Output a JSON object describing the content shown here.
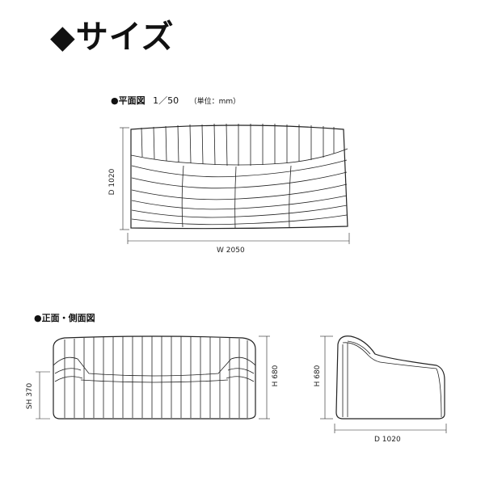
{
  "title": "◆サイズ",
  "plan": {
    "label": "●平面図",
    "scale": "1／50",
    "unit": "（単位：mm）",
    "width_dim": "W 2050",
    "depth_dim": "D 1020"
  },
  "elevation": {
    "label": "●正面・側面図",
    "seat_height_dim": "SH 370",
    "front_height_dim": "H 680",
    "side_height_dim": "H 680",
    "side_depth_dim": "D 1020"
  }
}
